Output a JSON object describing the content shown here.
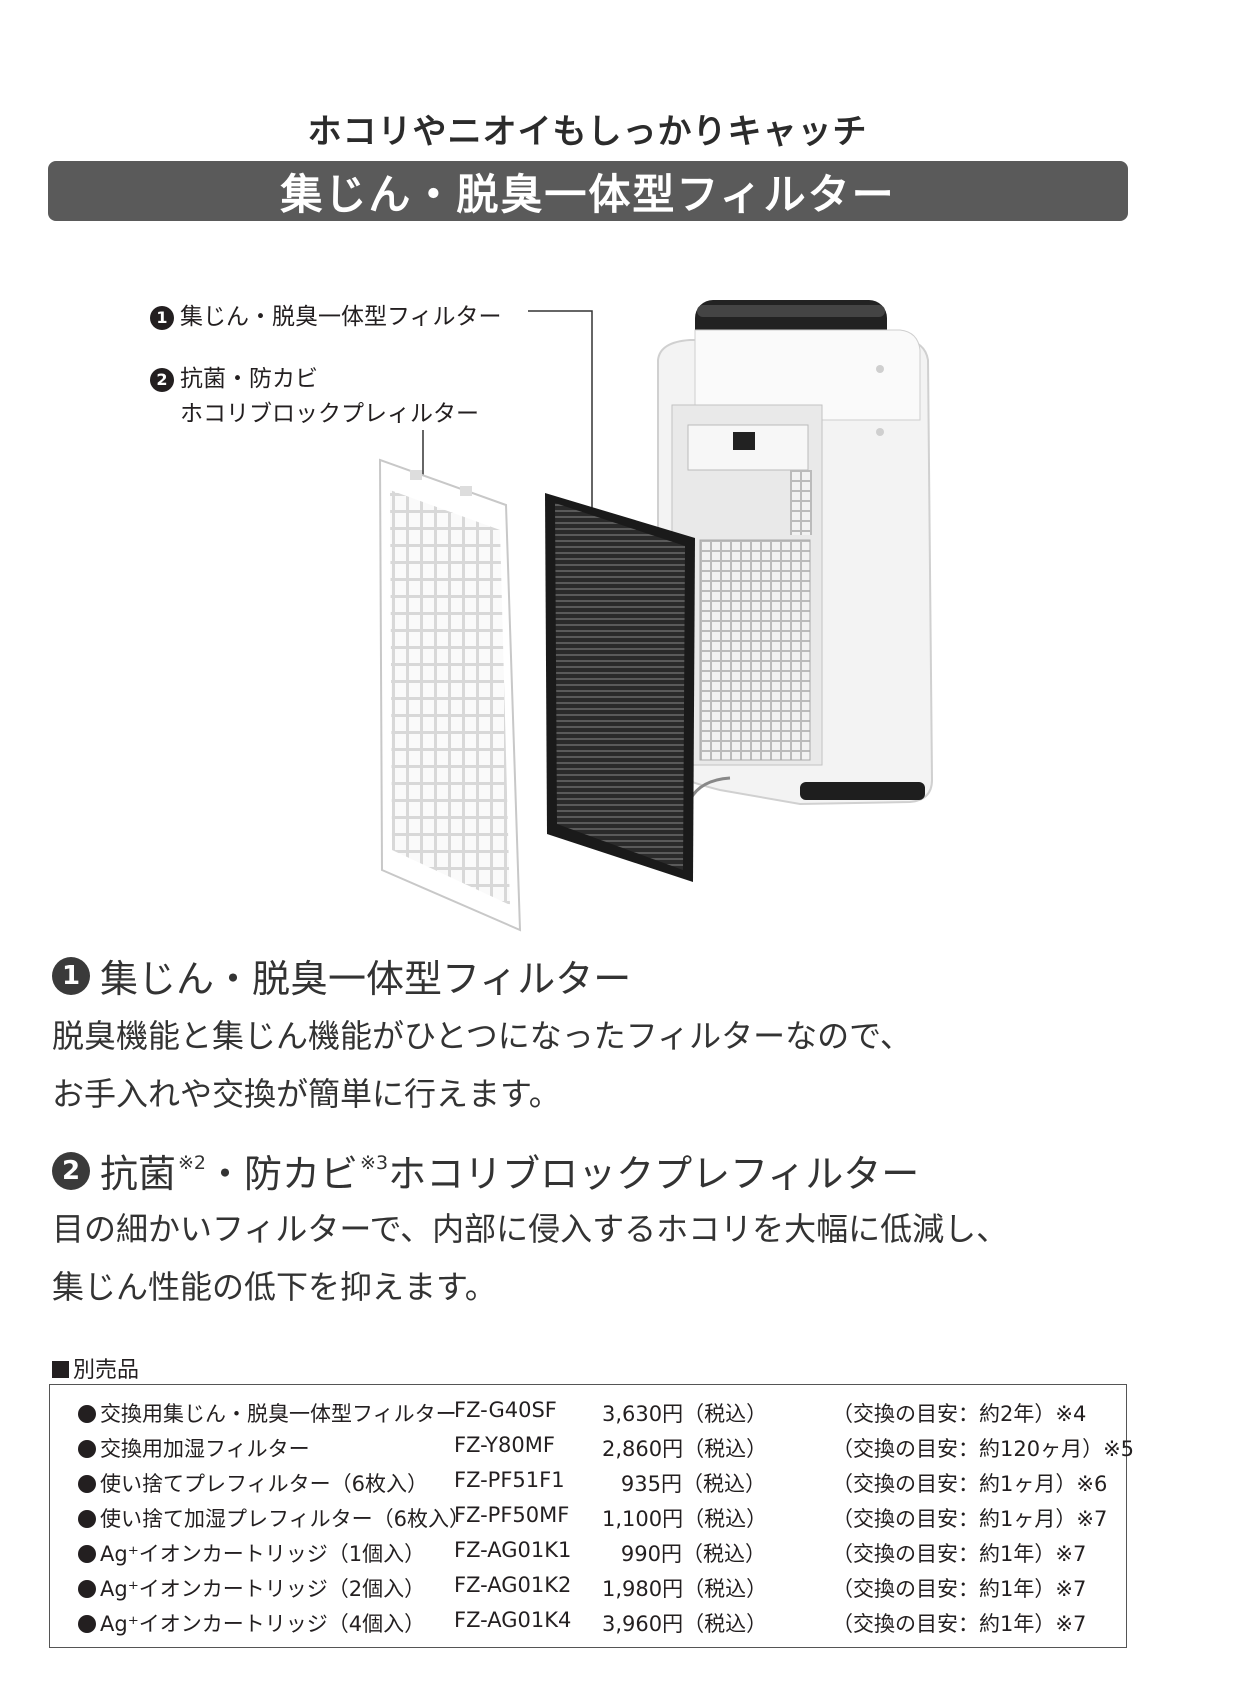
{
  "header": {
    "subtitle": "ホコリやニオイもしっかりキャッチ",
    "title": "集じん・脱臭一体型フィルター"
  },
  "callouts": [
    {
      "num": "1",
      "text": "集じん・脱臭一体型フィルター"
    },
    {
      "num": "2",
      "line1": "抗菌・防カビ",
      "line2": "ホコリブロックプレィルター"
    }
  ],
  "sections": [
    {
      "num": "1",
      "heading": "集じん・脱臭一体型フィルター",
      "body": [
        "脱臭機能と集じん機能がひとつになったフィルターなので、",
        "お手入れや交換が簡単に行えます。"
      ]
    },
    {
      "num": "2",
      "heading_part1": "抗菌",
      "sup1": "※2",
      "heading_part2": "・防カビ",
      "sup2": "※3",
      "heading_part3": "ホコリブロックプレフィルター",
      "body": [
        "目の細かいフィルターで、内部に侵入するホコリを大幅に低減し、",
        "集じん性能の低下を抑えます。"
      ]
    }
  ],
  "sold_separately": {
    "label": "別売品",
    "items": [
      {
        "name": "交換用集じん・脱臭一体型フィルター",
        "model": "FZ-G40SF",
        "price": "3,630円（税込）",
        "note": "（交換の目安：約2年）※4"
      },
      {
        "name": "交換用加湿フィルター",
        "model": "FZ-Y80MF",
        "price": "2,860円（税込）",
        "note": "（交換の目安：約120ヶ月）※5"
      },
      {
        "name": "使い捨てプレフィルター（6枚入）",
        "model": "FZ-PF51F1",
        "price": "935円（税込）",
        "note": "（交換の目安：約1ヶ月）※6"
      },
      {
        "name": "使い捨て加湿プレフィルター（6枚入）",
        "model": "FZ-PF50MF",
        "price": "1,100円（税込）",
        "note": "（交換の目安：約1ヶ月）※7"
      },
      {
        "name": "Ag⁺イオンカートリッジ（1個入）",
        "model": "FZ-AG01K1",
        "price": "990円（税込）",
        "note": "（交換の目安：約1年）※7"
      },
      {
        "name": "Ag⁺イオンカートリッジ（2個入）",
        "model": "FZ-AG01K2",
        "price": "1,980円（税込）",
        "note": "（交換の目安：約1年）※7"
      },
      {
        "name": "Ag⁺イオンカートリッジ（4個入）",
        "model": "FZ-AG01K4",
        "price": "3,960円（税込）",
        "note": "（交換の目安：約1年）※7"
      }
    ]
  }
}
